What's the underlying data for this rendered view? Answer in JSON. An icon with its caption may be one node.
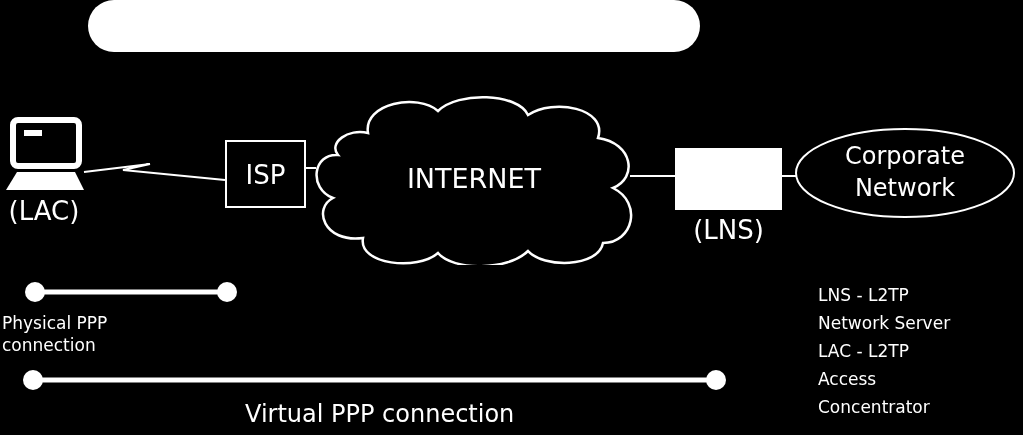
{
  "diagram": {
    "nodes": [
      {
        "text": [
          "(LAC)"
        ]
      },
      {
        "text": [
          "ISP"
        ]
      },
      {
        "text": [
          "INTERNET"
        ]
      },
      {
        "text": [],
        "shape": "box",
        "beside": [
          "(LNS)"
        ]
      },
      {
        "text": [
          "Corporate Network"
        ]
      },
      {
        "text": [],
        "shape": "box"
      }
    ],
    "edges": [
      {
        "from": 0,
        "to": 1,
        "arrow": "none"
      },
      {
        "from": 1,
        "to": 2,
        "arrow": "none"
      },
      {
        "from": 2,
        "to": 3,
        "arrow": "none"
      },
      {
        "from": 3,
        "to": 4,
        "arrow": "none"
      }
    ],
    "labels": [
      "Physical PPP connection",
      "Virtual PPP connection",
      "LNS - L2TP",
      "Network Server",
      "LAC - L2TP",
      "Access",
      "Concentrator"
    ]
  }
}
